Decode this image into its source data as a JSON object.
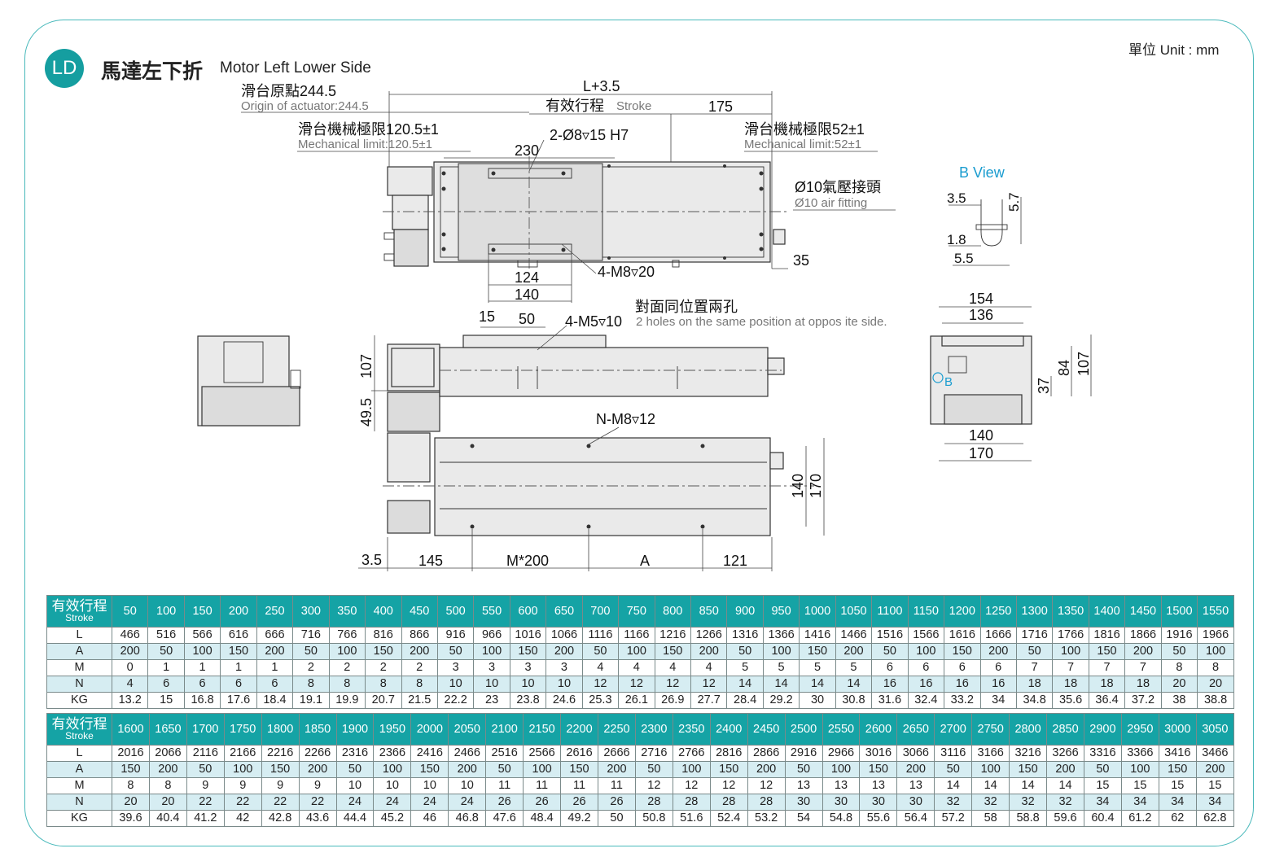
{
  "header": {
    "badge": "LD",
    "title_zh": "馬達左下折",
    "title_en": "Motor Left Lower Side",
    "unit": "單位 Unit : mm"
  },
  "drawing": {
    "origin_zh": "滑台原點244.5",
    "origin_en": "Origin of actuator:244.5",
    "length": "L+3.5",
    "stroke_zh": "有效行程",
    "stroke_en": "Stroke",
    "d175": "175",
    "mech_left_zh": "滑台機械極限120.5±1",
    "mech_left_en": "Mechanical limit:120.5±1",
    "mech_right_zh": "滑台機械極限52±1",
    "mech_right_en": "Mechanical limit:52±1",
    "hole_2": "2-Ø8▿15 H7",
    "d230": "230",
    "air_zh": "Ø10氣壓接頭",
    "air_en": "Ø10 air fitting",
    "d35": "35",
    "d124": "124",
    "d140a": "140",
    "hole_m8": "4-M8▿20",
    "opp_zh": "對面同位置兩孔",
    "opp_en": "2 holes on the same position at oppos ite side.",
    "d15": "15",
    "d50": "50",
    "hole_m5": "4-M5▿10",
    "d107": "107",
    "d49_5": "49.5",
    "n_m8": "N-M8▿12",
    "d3_5": "3.5",
    "d145": "145",
    "m200": "M*200",
    "a": "A",
    "d121": "121",
    "d140b": "140",
    "d170": "170",
    "bview": "B View",
    "bv_3_5": "3.5",
    "bv_5_7": "5.7",
    "bv_1_8": "1.8",
    "bv_5_5": "5.5",
    "r154": "154",
    "r136": "136",
    "r84": "84",
    "r107": "107",
    "r37": "37",
    "r140": "140",
    "r170": "170",
    "b_mark": "B"
  },
  "table": {
    "head_zh": "有效行程",
    "head_en": "Stroke",
    "row_labels": [
      "L",
      "A",
      "M",
      "N",
      "KG"
    ],
    "part1": {
      "stroke": [
        "50",
        "100",
        "150",
        "200",
        "250",
        "300",
        "350",
        "400",
        "450",
        "500",
        "550",
        "600",
        "650",
        "700",
        "750",
        "800",
        "850",
        "900",
        "950",
        "1000",
        "1050",
        "1100",
        "1150",
        "1200",
        "1250",
        "1300",
        "1350",
        "1400",
        "1450",
        "1500",
        "1550"
      ],
      "L": [
        "466",
        "516",
        "566",
        "616",
        "666",
        "716",
        "766",
        "816",
        "866",
        "916",
        "966",
        "1016",
        "1066",
        "1116",
        "1166",
        "1216",
        "1266",
        "1316",
        "1366",
        "1416",
        "1466",
        "1516",
        "1566",
        "1616",
        "1666",
        "1716",
        "1766",
        "1816",
        "1866",
        "1916",
        "1966"
      ],
      "A": [
        "200",
        "50",
        "100",
        "150",
        "200",
        "50",
        "100",
        "150",
        "200",
        "50",
        "100",
        "150",
        "200",
        "50",
        "100",
        "150",
        "200",
        "50",
        "100",
        "150",
        "200",
        "50",
        "100",
        "150",
        "200",
        "50",
        "100",
        "150",
        "200",
        "50",
        "100"
      ],
      "M": [
        "0",
        "1",
        "1",
        "1",
        "1",
        "2",
        "2",
        "2",
        "2",
        "3",
        "3",
        "3",
        "3",
        "4",
        "4",
        "4",
        "4",
        "5",
        "5",
        "5",
        "5",
        "6",
        "6",
        "6",
        "6",
        "7",
        "7",
        "7",
        "7",
        "8",
        "8"
      ],
      "N": [
        "4",
        "6",
        "6",
        "6",
        "6",
        "8",
        "8",
        "8",
        "8",
        "10",
        "10",
        "10",
        "10",
        "12",
        "12",
        "12",
        "12",
        "14",
        "14",
        "14",
        "14",
        "16",
        "16",
        "16",
        "16",
        "18",
        "18",
        "18",
        "18",
        "20",
        "20"
      ],
      "KG": [
        "13.2",
        "15",
        "16.8",
        "17.6",
        "18.4",
        "19.1",
        "19.9",
        "20.7",
        "21.5",
        "22.2",
        "23",
        "23.8",
        "24.6",
        "25.3",
        "26.1",
        "26.9",
        "27.7",
        "28.4",
        "29.2",
        "30",
        "30.8",
        "31.6",
        "32.4",
        "33.2",
        "34",
        "34.8",
        "35.6",
        "36.4",
        "37.2",
        "38",
        "38.8"
      ]
    },
    "part2": {
      "stroke": [
        "1600",
        "1650",
        "1700",
        "1750",
        "1800",
        "1850",
        "1900",
        "1950",
        "2000",
        "2050",
        "2100",
        "2150",
        "2200",
        "2250",
        "2300",
        "2350",
        "2400",
        "2450",
        "2500",
        "2550",
        "2600",
        "2650",
        "2700",
        "2750",
        "2800",
        "2850",
        "2900",
        "2950",
        "3000",
        "3050"
      ],
      "L": [
        "2016",
        "2066",
        "2116",
        "2166",
        "2216",
        "2266",
        "2316",
        "2366",
        "2416",
        "2466",
        "2516",
        "2566",
        "2616",
        "2666",
        "2716",
        "2766",
        "2816",
        "2866",
        "2916",
        "2966",
        "3016",
        "3066",
        "3116",
        "3166",
        "3216",
        "3266",
        "3316",
        "3366",
        "3416",
        "3466"
      ],
      "A": [
        "150",
        "200",
        "50",
        "100",
        "150",
        "200",
        "50",
        "100",
        "150",
        "200",
        "50",
        "100",
        "150",
        "200",
        "50",
        "100",
        "150",
        "200",
        "50",
        "100",
        "150",
        "200",
        "50",
        "100",
        "150",
        "200",
        "50",
        "100",
        "150",
        "200"
      ],
      "M": [
        "8",
        "8",
        "9",
        "9",
        "9",
        "9",
        "10",
        "10",
        "10",
        "10",
        "11",
        "11",
        "11",
        "11",
        "12",
        "12",
        "12",
        "12",
        "13",
        "13",
        "13",
        "13",
        "14",
        "14",
        "14",
        "14",
        "15",
        "15",
        "15",
        "15"
      ],
      "N": [
        "20",
        "20",
        "22",
        "22",
        "22",
        "22",
        "24",
        "24",
        "24",
        "24",
        "26",
        "26",
        "26",
        "26",
        "28",
        "28",
        "28",
        "28",
        "30",
        "30",
        "30",
        "30",
        "32",
        "32",
        "32",
        "32",
        "34",
        "34",
        "34",
        "34"
      ],
      "KG": [
        "39.6",
        "40.4",
        "41.2",
        "42",
        "42.8",
        "43.6",
        "44.4",
        "45.2",
        "46",
        "46.8",
        "47.6",
        "48.4",
        "49.2",
        "50",
        "50.8",
        "51.6",
        "52.4",
        "53.2",
        "54",
        "54.8",
        "55.6",
        "56.4",
        "57.2",
        "58",
        "58.8",
        "59.6",
        "60.4",
        "61.2",
        "62",
        "62.8"
      ]
    }
  }
}
